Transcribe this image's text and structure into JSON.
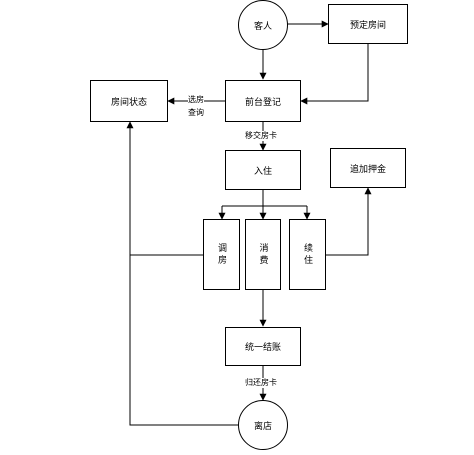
{
  "nodes": {
    "guest": "客人",
    "reserve_room": "预定房间",
    "room_status": "房间状态",
    "front_desk": "前台登记",
    "check_in": "入住",
    "add_deposit": "追加押金",
    "change_room": "调房",
    "consume": "消费",
    "extend_stay": "续住",
    "settle": "统一结账",
    "leave": "离店"
  },
  "edge_labels": {
    "select_room": "选房",
    "query": "查询",
    "hand_over_card": "移交房卡",
    "return_card": "归还房卡"
  }
}
